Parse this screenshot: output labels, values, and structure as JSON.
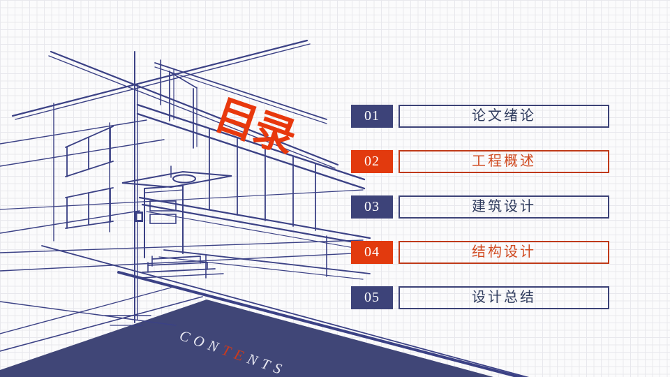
{
  "slide": {
    "title": "目录",
    "subtitle": "CONTENTS",
    "subtitle_prefix": "CON",
    "subtitle_accent": "TE",
    "subtitle_suffix": "NTS"
  },
  "toc": {
    "items": [
      {
        "number": "01",
        "label": "论文绪论",
        "accent": "navy"
      },
      {
        "number": "02",
        "label": "工程概述",
        "accent": "red"
      },
      {
        "number": "03",
        "label": "建筑设计",
        "accent": "navy"
      },
      {
        "number": "04",
        "label": "结构设计",
        "accent": "red"
      },
      {
        "number": "05",
        "label": "设计总结",
        "accent": "navy"
      }
    ]
  },
  "colors": {
    "accent_navy": "#3d4379",
    "accent_red": "#e23a0e",
    "box_border_navy": "#3c4277",
    "box_border_red": "#bf3917",
    "label_text_navy": "#303c5e",
    "label_text_red": "#d04a20",
    "title_red": "#e8380d",
    "sketch_line_navy": "#3b4185",
    "floor_fill_navy": "#404677",
    "subtitle_white": "#e9e9f2",
    "subtitle_accent_red": "#cc3a1c"
  }
}
